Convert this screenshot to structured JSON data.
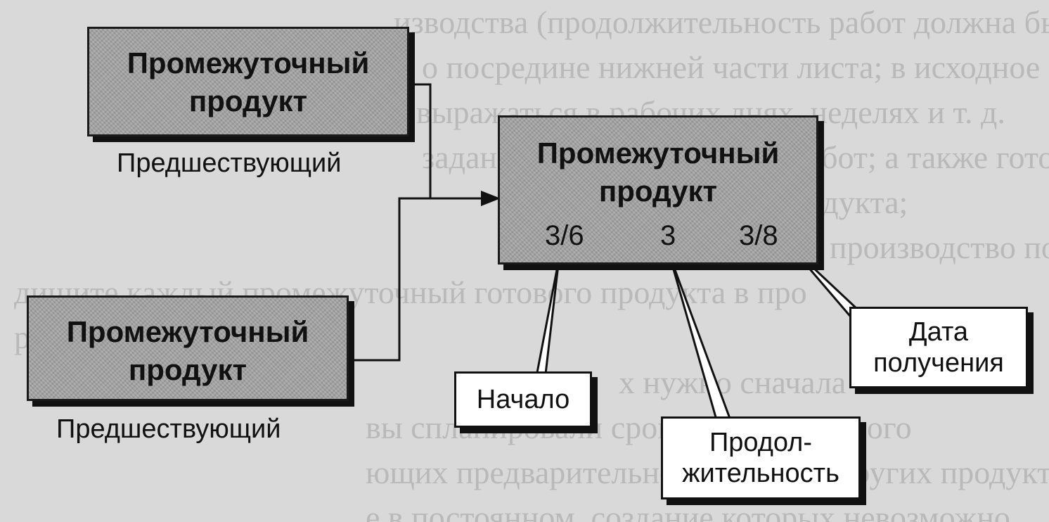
{
  "diagram": {
    "box_top": {
      "line1": "Промежуточный",
      "line2": "продукт",
      "caption": "Предшествующий"
    },
    "box_bottom": {
      "line1": "Промежуточный",
      "line2": "продукт",
      "caption": "Предшествующий"
    },
    "box_main": {
      "line1": "Промежуточный",
      "line2": "продукт",
      "start": "3/6",
      "duration": "3",
      "received": "3/8"
    },
    "callouts": {
      "start": "Начало",
      "duration_line1": "Продол-",
      "duration_line2": "жительность",
      "received_line1": "Дата",
      "received_line2": "получения"
    }
  }
}
